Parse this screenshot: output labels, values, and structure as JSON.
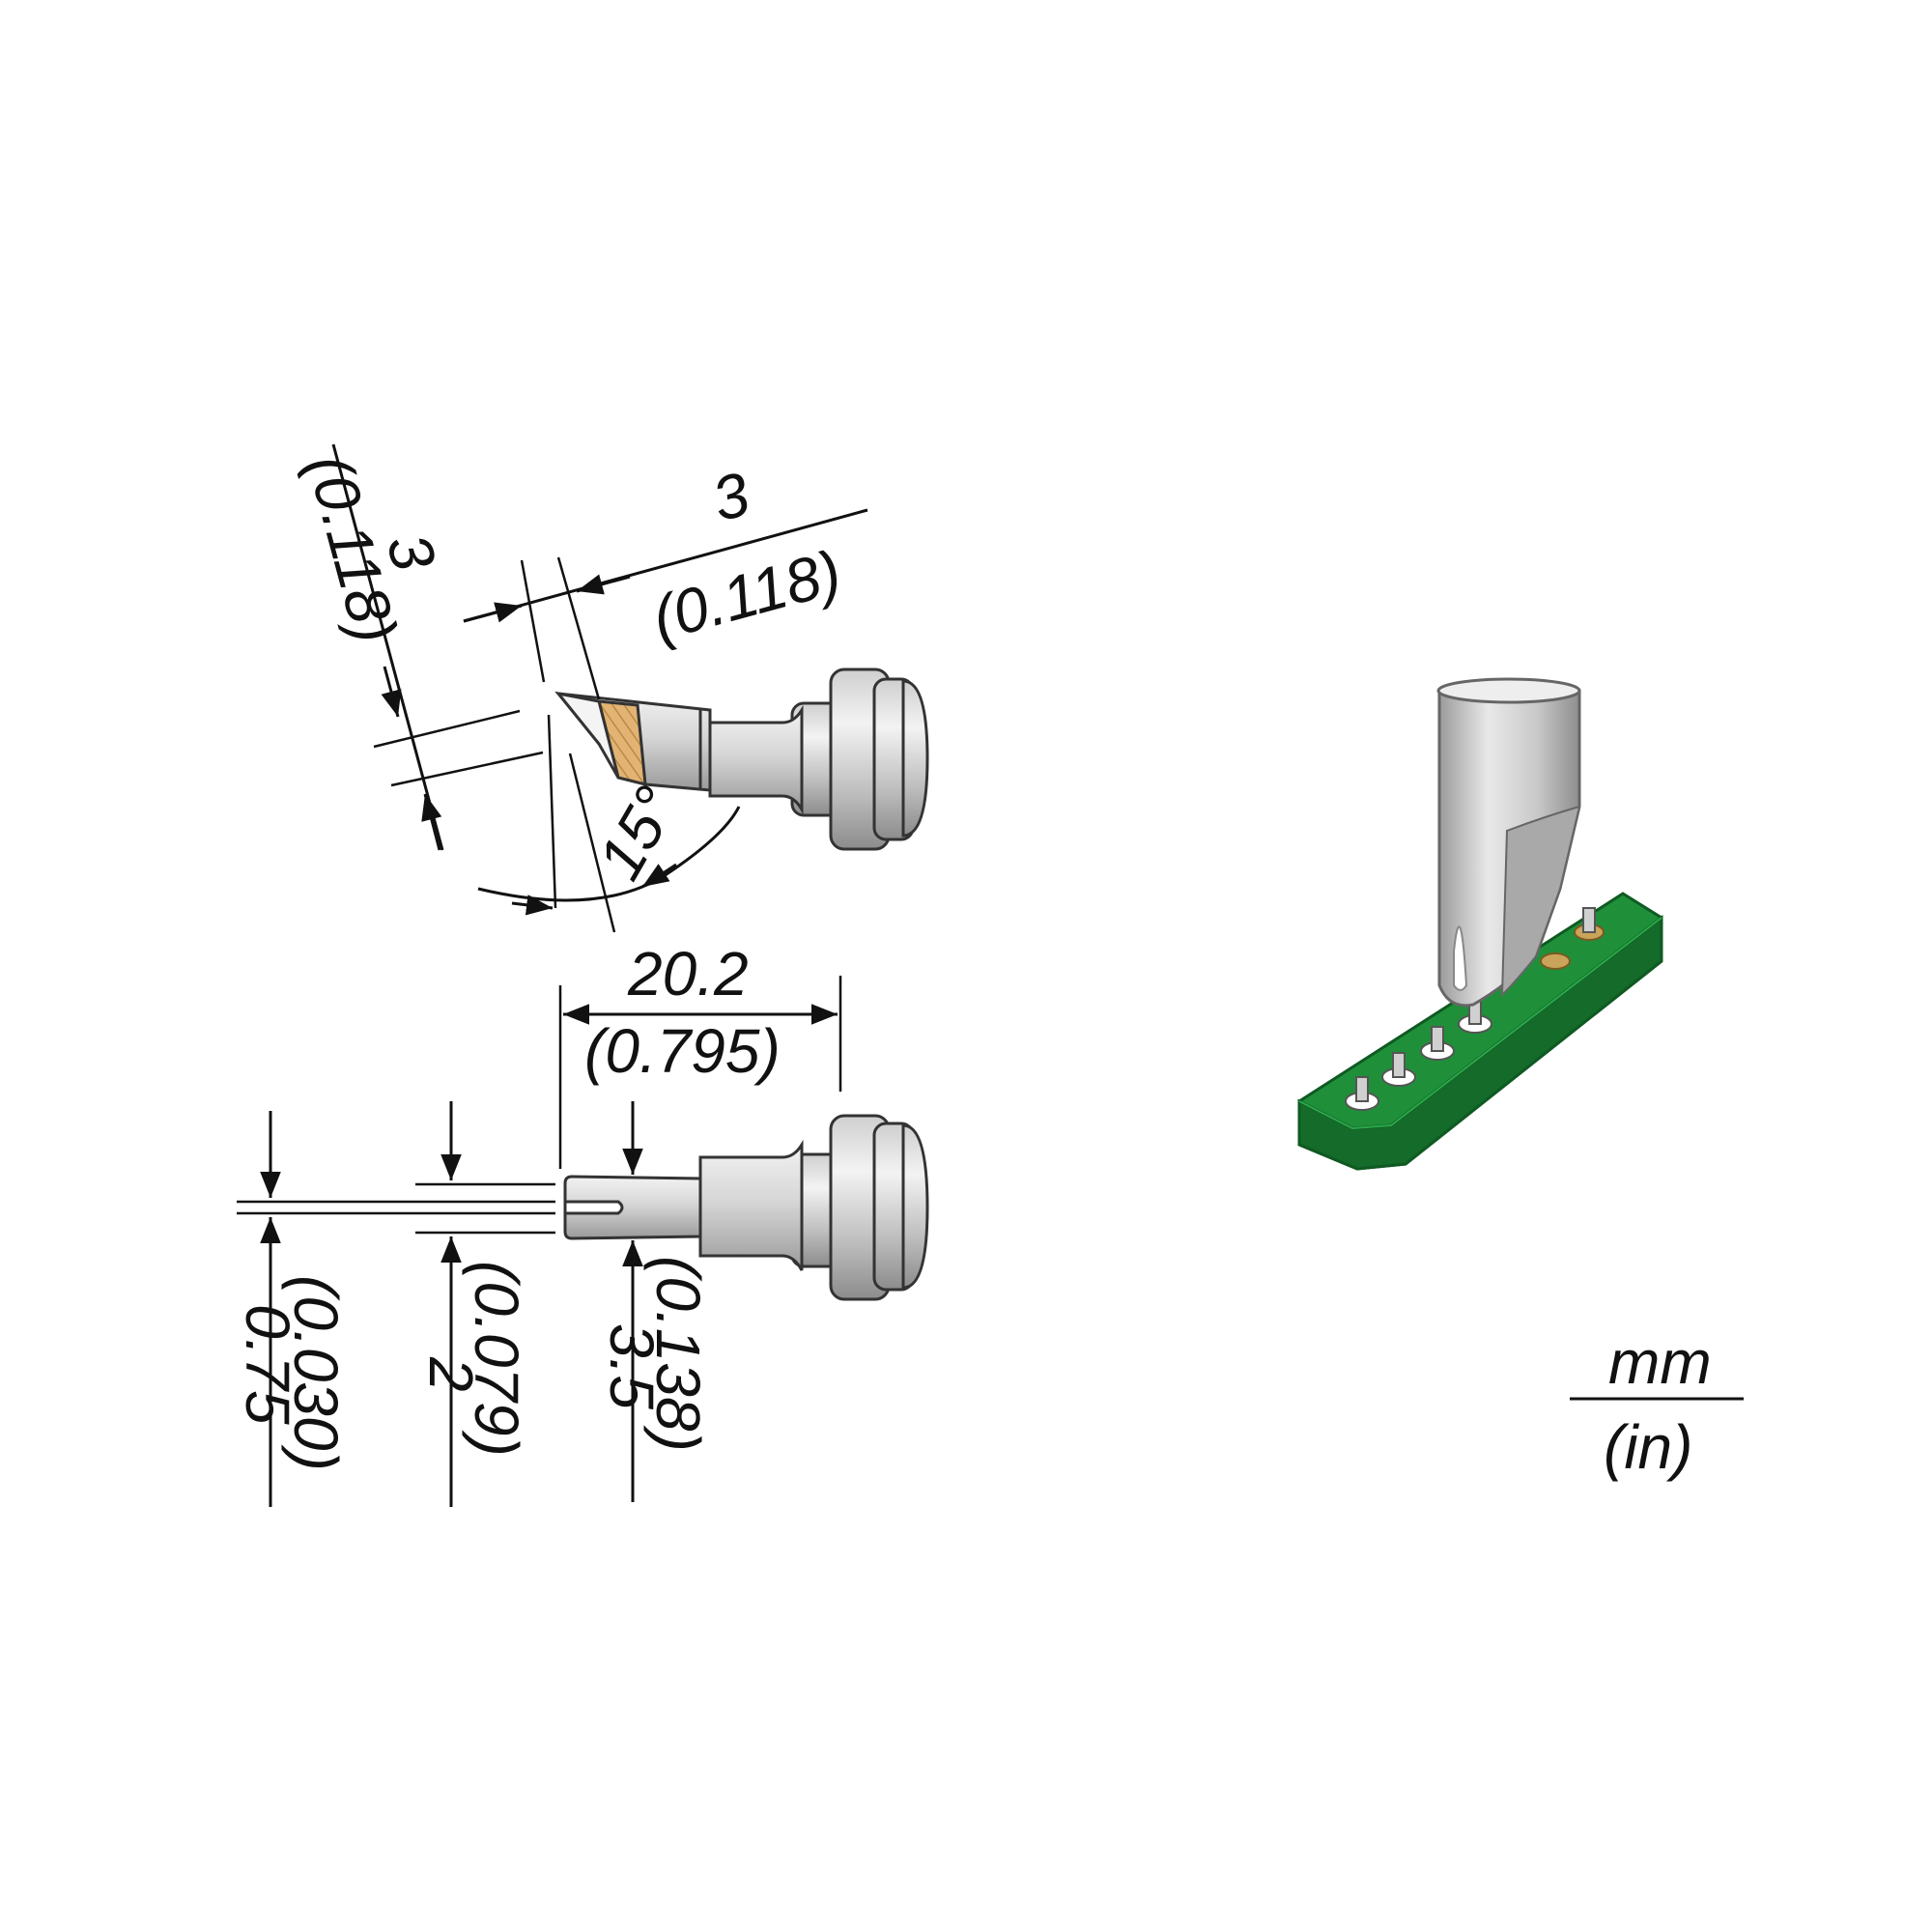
{
  "dimensions": {
    "tip_bevel_length": {
      "mm": "3",
      "in": "(0.118)"
    },
    "tip_width_top": {
      "mm": "3",
      "in": "(0.118)"
    },
    "bevel_angle": "15°",
    "tip_length": {
      "mm": "20.2",
      "in": "(0.795)"
    },
    "slot_width": {
      "mm": "0.75",
      "in": "(0.030)"
    },
    "slot_depth": {
      "mm": "2",
      "in": "(0.079)"
    },
    "tip_diameter": {
      "mm": "3.5",
      "in": "(0.138)"
    }
  },
  "units": {
    "primary": "mm",
    "secondary": "(in)"
  },
  "colors": {
    "steel_light": "#e4e4e4",
    "steel_mid": "#bdbdbd",
    "steel_dark": "#8a8a8a",
    "tinned_tip": "#e2b373",
    "pcb_green": "#1f8f3a",
    "pcb_dark": "#146b2a",
    "pad_gold": "#c9a45a"
  }
}
